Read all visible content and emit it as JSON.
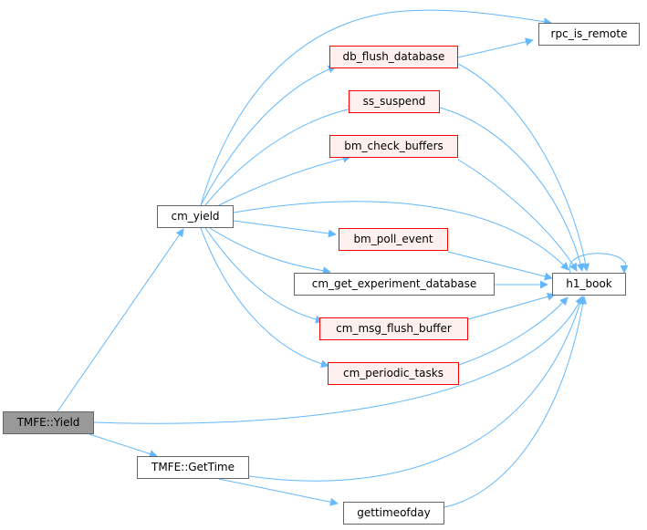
{
  "graph": {
    "nodes": {
      "yield": "TMFE::Yield",
      "gettime": "TMFE::GetTime",
      "cm_yield": "cm_yield",
      "db_flush": "db_flush_database",
      "ss_suspend": "ss_suspend",
      "bm_check": "bm_check_buffers",
      "bm_poll": "bm_poll_event",
      "cm_get": "cm_get_experiment_database",
      "cm_msg": "cm_msg_flush_buffer",
      "cm_periodic": "cm_periodic_tasks",
      "gettimeofday": "gettimeofday",
      "rpc": "rpc_is_remote",
      "h1": "h1_book"
    },
    "edges": [
      [
        "yield",
        "cm_yield"
      ],
      [
        "yield",
        "gettime"
      ],
      [
        "yield",
        "h1"
      ],
      [
        "gettime",
        "h1"
      ],
      [
        "gettime",
        "gettimeofday"
      ],
      [
        "cm_yield",
        "rpc"
      ],
      [
        "cm_yield",
        "db_flush"
      ],
      [
        "cm_yield",
        "ss_suspend"
      ],
      [
        "cm_yield",
        "bm_check"
      ],
      [
        "cm_yield",
        "bm_poll"
      ],
      [
        "cm_yield",
        "cm_get"
      ],
      [
        "cm_yield",
        "cm_msg"
      ],
      [
        "cm_yield",
        "cm_periodic"
      ],
      [
        "cm_yield",
        "h1"
      ],
      [
        "db_flush",
        "rpc"
      ],
      [
        "db_flush",
        "h1"
      ],
      [
        "ss_suspend",
        "h1"
      ],
      [
        "bm_check",
        "h1"
      ],
      [
        "bm_poll",
        "h1"
      ],
      [
        "cm_get",
        "h1"
      ],
      [
        "cm_msg",
        "h1"
      ],
      [
        "cm_periodic",
        "h1"
      ],
      [
        "gettimeofday",
        "h1"
      ],
      [
        "h1",
        "h1"
      ]
    ],
    "colors": {
      "edge": "#63b8ff",
      "linked_border": "#ff0000",
      "linked_fill": "#fff0f0",
      "plain_border": "#666666",
      "root_fill": "#999999"
    }
  }
}
